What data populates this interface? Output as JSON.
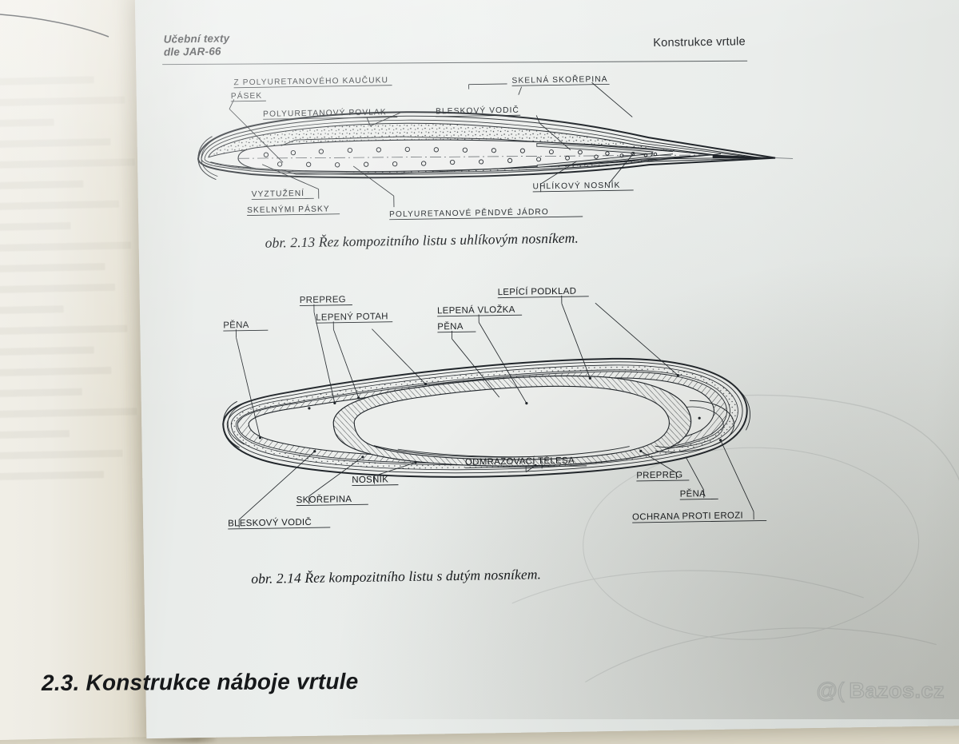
{
  "header": {
    "left_line1": "Učební texty",
    "left_line2": "dle JAR-66",
    "right": "Konstrukce vrtule"
  },
  "figure_213": {
    "caption": "obr. 2.13  Řez kompozitního listu s uhlíkovým nosníkem.",
    "labels": [
      {
        "id": "kaucuk-pasek",
        "text_line1": "Z POLYURETANOVÉHO  KAUČUKU",
        "text_line2": "PÁSEK"
      },
      {
        "id": "polyuretanovy-povlak",
        "text": "POLYURETANOVÝ   POVLAK"
      },
      {
        "id": "bleskovy-vodic",
        "text": "BLESKOVÝ  VODIČ"
      },
      {
        "id": "skelna-skorepina",
        "text": "SKELNÁ  SKOŘEPINA"
      },
      {
        "id": "vyztuzeni",
        "text_line1": "VYZTUŽENÍ",
        "text_line2": "SKELNÝMI PÁSKY"
      },
      {
        "id": "penove-jadro",
        "text": "POLYURETANOVÉ  PĚNDVÉ  JÁDRO"
      },
      {
        "id": "uhlikovy-nosnik",
        "text": "UHLÍKOVÝ  NOSNÍK"
      }
    ]
  },
  "figure_214": {
    "caption": "obr. 2.14  Řez kompozitního listu s dutým nosníkem.",
    "labels": [
      {
        "id": "pena-left",
        "text": "PĚNA"
      },
      {
        "id": "prepreg-top",
        "text": "PREPREG"
      },
      {
        "id": "lepeny-potah",
        "text": "LEPENÝ POTAH"
      },
      {
        "id": "lepena-vlozka",
        "text": "LEPENÁ VLOŽKA"
      },
      {
        "id": "pena-top",
        "text": "PĚNA"
      },
      {
        "id": "lepici-podklad",
        "text": "LEPÍCÍ PODKLAD"
      },
      {
        "id": "odmrazovaci-telesa",
        "text": "ODMRAZOVACÍ TĚLESA"
      },
      {
        "id": "nosnik",
        "text": "NOSNÍK"
      },
      {
        "id": "skorepina",
        "text": "SKOŘEPINA"
      },
      {
        "id": "bleskovy-vodic",
        "text": "BLESKOVÝ VODIČ"
      },
      {
        "id": "prepreg-bottom",
        "text": "PREPREG"
      },
      {
        "id": "pena-bottom",
        "text": "PĚNA"
      },
      {
        "id": "ochrana-proti-erozi",
        "text": "OCHRANA PROTI EROZI"
      }
    ]
  },
  "section": {
    "heading": "2.3.  Konstrukce náboje vrtule"
  },
  "watermark": {
    "mark": "@(",
    "text": "Bazos.cz"
  },
  "colors": {
    "page": "#ecefed",
    "ink": "#23282c",
    "backdrop": "#e2ddcd"
  }
}
